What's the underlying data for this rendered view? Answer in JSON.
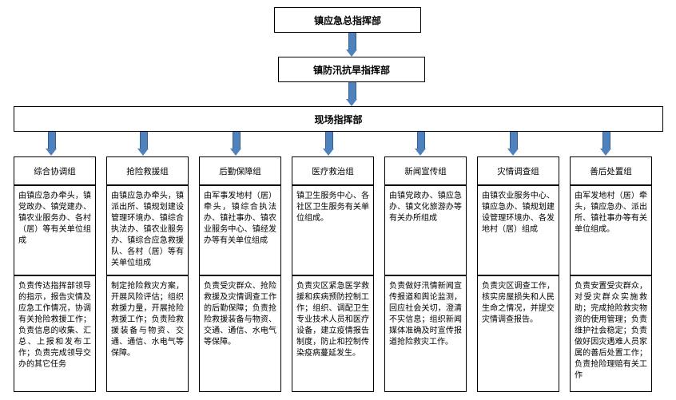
{
  "diagram": {
    "title_nodes": [
      {
        "id": "top-command",
        "label": "镇应急总指挥部"
      },
      {
        "id": "flood-command",
        "label": "镇防汛抗旱指挥部"
      },
      {
        "id": "site-command",
        "label": "现场指挥部"
      }
    ],
    "columns": [
      {
        "head": "综合协调组",
        "members": "由镇应急办牵头，镇党政办、镇党建办、镇农业服务办、各村（居）等有关单位组成",
        "duties": "负责传达指挥部领导的指示，报告灾情及应急工作情况，协调有关抢险救援工作；负责信息的收集、汇总、上报和发布工作；负责完成领导交办的其它任务"
      },
      {
        "head": "抢险救援组",
        "members": "由镇应急办牵头，镇派出所、镇规划建设管理环境办、镇综合执法办、镇农业服务办、镇综合应急救援队、各村（居）等有关单位组成",
        "duties": "制定抢险救灾方案，开展风险评估；组织救援力量，开展抢险救援工作；负责险救援装备与物资、交通、通信、水电气等保障。"
      },
      {
        "head": "后勤保障组",
        "members": "由军事发地村（居）牵头，镇综合执法办、镇社事办、镇农业服务中心、镇经发办等有关单位组成",
        "duties": "负责受灾群众、抢险救援及灾情调查工作的后勤保障；负责抢险救援装备与物资、交通、通信、水电气等保障。"
      },
      {
        "head": "医疗救治组",
        "members": "镇卫生服务中心、各社区卫生服务有关单位组成。",
        "duties": "负责灾区紧急医学救援和疾病预防控制工作；组织、调配卫生专业技术人员和医疗设备，建立疫情报告制度，防止和控制传染疫病蔓延发生。"
      },
      {
        "head": "新闻宣传组",
        "members": "由镇党政办、镇应急办、镇文化旅游办等有关办所组成",
        "duties": "负责做好汛情新闻宣传报道和舆论监测，回应社会关切，澄清不实信息；组织新闻媒体准确及时宣传报道抢险救灾工作。"
      },
      {
        "head": "灾情调查组",
        "members": "由镇农业服务中心、镇应急办、镇规划建设管理环境办、各发地村（居）组成",
        "duties": "负责灾区调查工作，核实房屋损失和人民生命之情况，并提交灾情调查报告。"
      },
      {
        "head": "善后处置组",
        "members": "由军发地村（居）牵头，镇应急办、派出所、镇社事办等有关单位组成。",
        "duties": "负责安置受灾群众，对受灾群众实施救助；完成抢险救灾物资的使用管理；负责维护社会稳定；负责做好因灾遇难人员家属的善后处置工作；负责抢险理赔有关工作"
      }
    ]
  }
}
